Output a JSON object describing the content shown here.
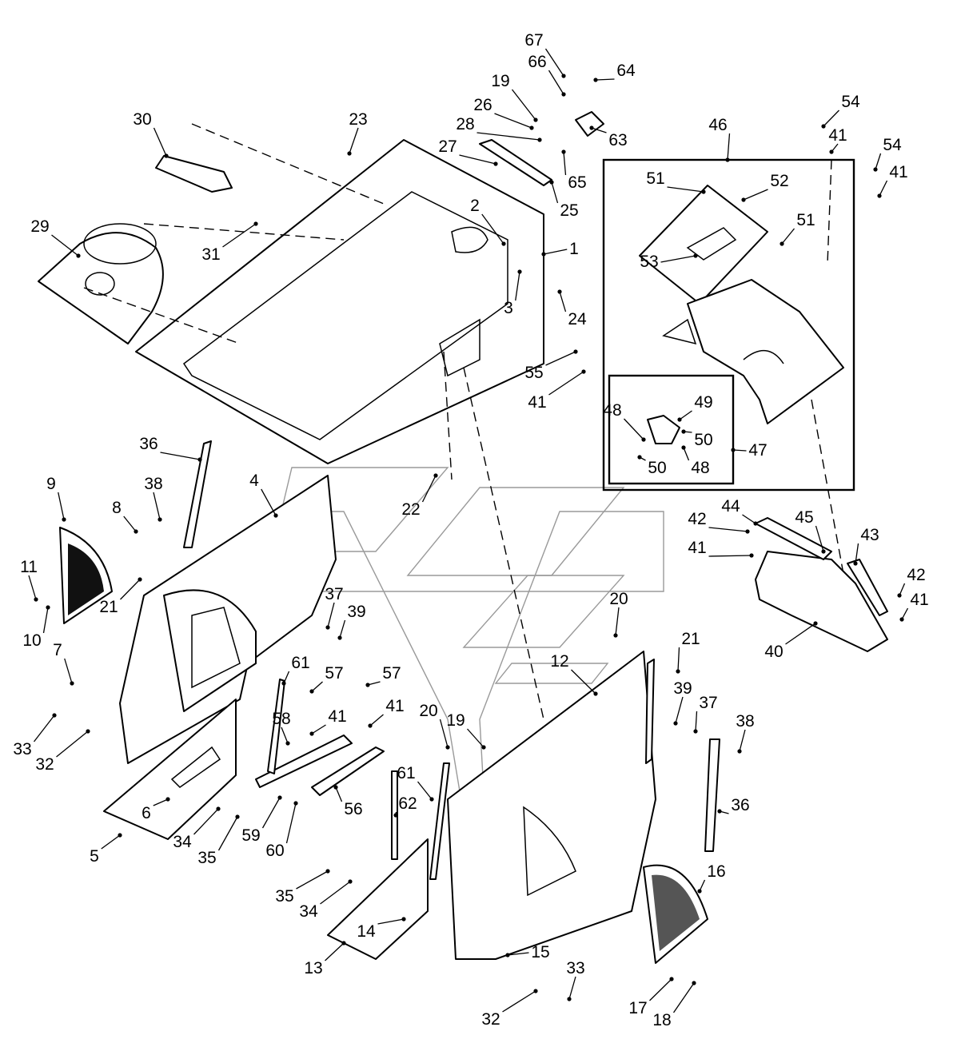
{
  "figure": {
    "callouts": [
      {
        "id": "c1",
        "text": "1"
      },
      {
        "id": "c2",
        "text": "2"
      },
      {
        "id": "c3",
        "text": "3"
      },
      {
        "id": "c4",
        "text": "4"
      },
      {
        "id": "c5",
        "text": "5"
      },
      {
        "id": "c6",
        "text": "6"
      },
      {
        "id": "c7",
        "text": "7"
      },
      {
        "id": "c8",
        "text": "8"
      },
      {
        "id": "c9",
        "text": "9"
      },
      {
        "id": "c10",
        "text": "10"
      },
      {
        "id": "c11",
        "text": "11"
      },
      {
        "id": "c12",
        "text": "12"
      },
      {
        "id": "c13",
        "text": "13"
      },
      {
        "id": "c14",
        "text": "14"
      },
      {
        "id": "c15",
        "text": "15"
      },
      {
        "id": "c16",
        "text": "16"
      },
      {
        "id": "c17",
        "text": "17"
      },
      {
        "id": "c18",
        "text": "18"
      },
      {
        "id": "c19a",
        "text": "19"
      },
      {
        "id": "c19b",
        "text": "19"
      },
      {
        "id": "c20a",
        "text": "20"
      },
      {
        "id": "c20b",
        "text": "20"
      },
      {
        "id": "c21a",
        "text": "21"
      },
      {
        "id": "c21b",
        "text": "21"
      },
      {
        "id": "c22",
        "text": "22"
      },
      {
        "id": "c23",
        "text": "23"
      },
      {
        "id": "c24",
        "text": "24"
      },
      {
        "id": "c25",
        "text": "25"
      },
      {
        "id": "c26",
        "text": "26"
      },
      {
        "id": "c27",
        "text": "27"
      },
      {
        "id": "c28",
        "text": "28"
      },
      {
        "id": "c29",
        "text": "29"
      },
      {
        "id": "c30",
        "text": "30"
      },
      {
        "id": "c31",
        "text": "31"
      },
      {
        "id": "c32a",
        "text": "32"
      },
      {
        "id": "c32b",
        "text": "32"
      },
      {
        "id": "c33a",
        "text": "33"
      },
      {
        "id": "c33b",
        "text": "33"
      },
      {
        "id": "c34a",
        "text": "34"
      },
      {
        "id": "c34b",
        "text": "34"
      },
      {
        "id": "c35a",
        "text": "35"
      },
      {
        "id": "c35b",
        "text": "35"
      },
      {
        "id": "c36a",
        "text": "36"
      },
      {
        "id": "c36b",
        "text": "36"
      },
      {
        "id": "c37a",
        "text": "37"
      },
      {
        "id": "c37b",
        "text": "37"
      },
      {
        "id": "c38a",
        "text": "38"
      },
      {
        "id": "c38b",
        "text": "38"
      },
      {
        "id": "c39a",
        "text": "39"
      },
      {
        "id": "c39b",
        "text": "39"
      },
      {
        "id": "c40",
        "text": "40"
      },
      {
        "id": "c41a",
        "text": "41"
      },
      {
        "id": "c41b",
        "text": "41"
      },
      {
        "id": "c41c",
        "text": "41"
      },
      {
        "id": "c41d",
        "text": "41"
      },
      {
        "id": "c41e",
        "text": "41"
      },
      {
        "id": "c41f",
        "text": "41"
      },
      {
        "id": "c41g",
        "text": "41"
      },
      {
        "id": "c41h",
        "text": "41"
      },
      {
        "id": "c42a",
        "text": "42"
      },
      {
        "id": "c42b",
        "text": "42"
      },
      {
        "id": "c43",
        "text": "43"
      },
      {
        "id": "c44",
        "text": "44"
      },
      {
        "id": "c45",
        "text": "45"
      },
      {
        "id": "c46",
        "text": "46"
      },
      {
        "id": "c47",
        "text": "47"
      },
      {
        "id": "c48a",
        "text": "48"
      },
      {
        "id": "c48b",
        "text": "48"
      },
      {
        "id": "c49",
        "text": "49"
      },
      {
        "id": "c50a",
        "text": "50"
      },
      {
        "id": "c50b",
        "text": "50"
      },
      {
        "id": "c51a",
        "text": "51"
      },
      {
        "id": "c51b",
        "text": "51"
      },
      {
        "id": "c52",
        "text": "52"
      },
      {
        "id": "c53",
        "text": "53"
      },
      {
        "id": "c54a",
        "text": "54"
      },
      {
        "id": "c54b",
        "text": "54"
      },
      {
        "id": "c55",
        "text": "55"
      },
      {
        "id": "c56",
        "text": "56"
      },
      {
        "id": "c57a",
        "text": "57"
      },
      {
        "id": "c57b",
        "text": "57"
      },
      {
        "id": "c58",
        "text": "58"
      },
      {
        "id": "c59",
        "text": "59"
      },
      {
        "id": "c60",
        "text": "60"
      },
      {
        "id": "c61a",
        "text": "61"
      },
      {
        "id": "c61b",
        "text": "61"
      },
      {
        "id": "c62",
        "text": "62"
      },
      {
        "id": "c63",
        "text": "63"
      },
      {
        "id": "c64",
        "text": "64"
      },
      {
        "id": "c65",
        "text": "65"
      },
      {
        "id": "c66",
        "text": "66"
      },
      {
        "id": "c67",
        "text": "67"
      }
    ]
  }
}
